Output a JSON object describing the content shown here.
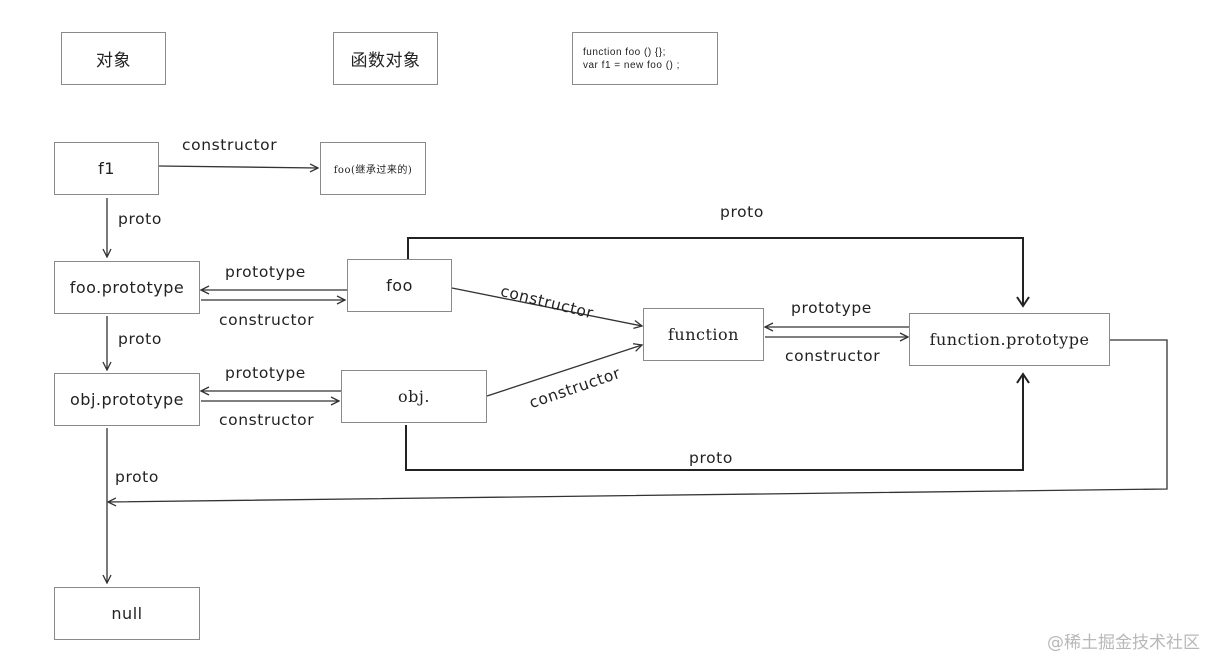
{
  "legend": {
    "object": "对象",
    "function_object": "函数对象",
    "code_lines": [
      "function foo () {};",
      "var f1 = new foo () ;"
    ]
  },
  "nodes": {
    "f1": "f1",
    "foo_inherited": "foo(继承过来的)",
    "foo_prototype": "foo.prototype",
    "foo": "foo",
    "obj_prototype": "obj.prototype",
    "obj": "obj.",
    "function": "function",
    "function_prototype": "function.prototype",
    "null": "null"
  },
  "edges": {
    "f1_constructor": "constructor",
    "f1_proto": "proto",
    "foo_prototype": "prototype",
    "foo_constructor": "constructor",
    "fooproto_proto": "proto",
    "foo_to_function_constructor": "constructor",
    "foo_proto_top": "proto",
    "obj_prototype": "prototype",
    "obj_constructor": "constructor",
    "obj_to_function_constructor": "constructor",
    "function_prototype": "prototype",
    "function_constructor": "constructor",
    "obj_proto_bottom": "proto",
    "objproto_proto": "proto"
  },
  "watermark": "@稀土掘金技术社区"
}
